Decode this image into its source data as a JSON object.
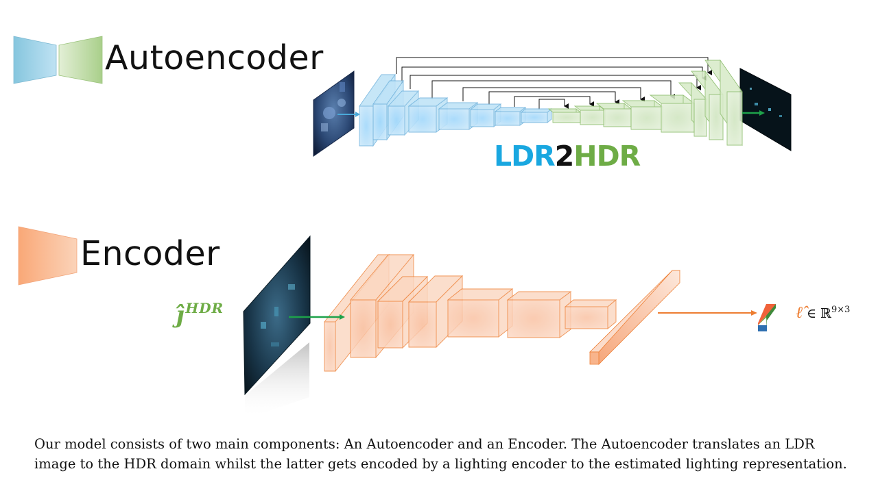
{
  "titles": {
    "autoencoder": "Autoencoder",
    "encoder": "Encoder"
  },
  "ldr2hdr": {
    "part1": "LDR",
    "part2": "2",
    "part3": "HDR"
  },
  "input_label": {
    "base": "ĵ",
    "superscript": "HDR"
  },
  "output_label": {
    "symbol": "ℓ̂",
    "relation": " ∈ ℝ",
    "superscript": "9×3"
  },
  "caption": "Our model consists of two main components: An Autoencoder and an Encoder. The Autoencoder translates an LDR image to the HDR domain whilst the latter gets encoded by a lighting encoder to the estimated lighting representation.",
  "colors": {
    "encoder_blue": "#a9d8f5",
    "decoder_green": "#c6e0b4",
    "lighting_orange": "#f8cbad",
    "ldr_blue": "#19a7e0",
    "hdr_green": "#6eac46",
    "arrow_green": "#1ea24a",
    "arrow_orange": "#ed7d31"
  }
}
